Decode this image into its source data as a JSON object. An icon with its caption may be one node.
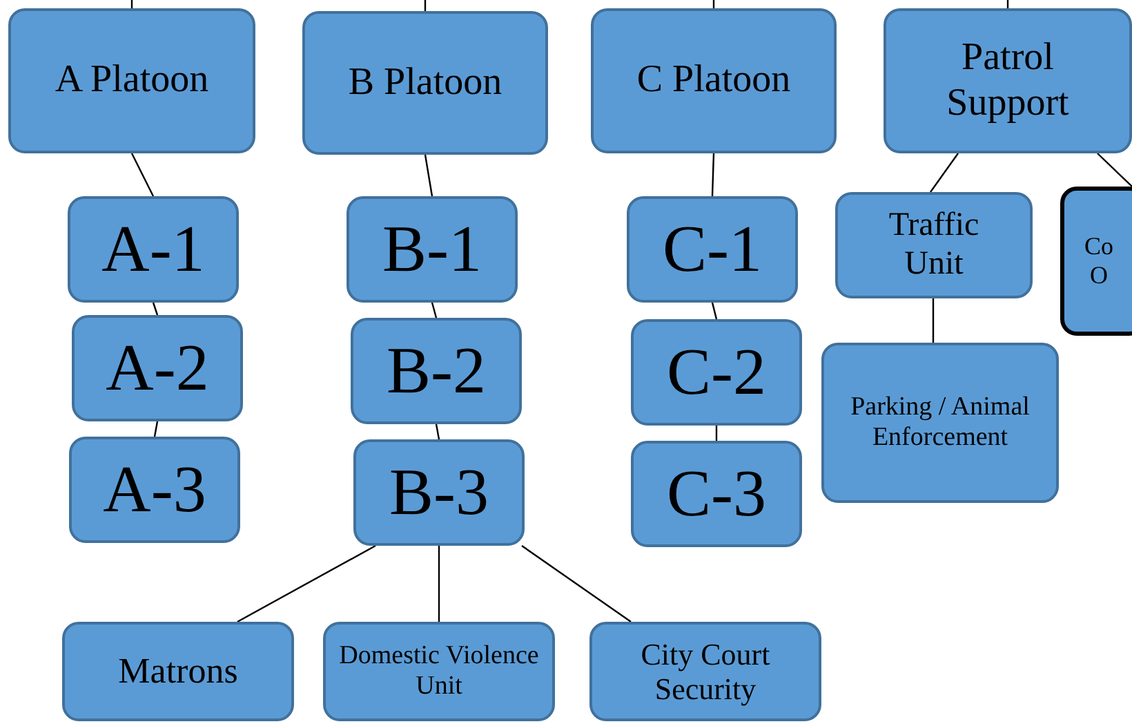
{
  "diagram": {
    "nodes": [
      {
        "text": [
          "A Platoon"
        ]
      },
      {
        "text": [
          "B Platoon"
        ]
      },
      {
        "text": [
          "C Platoon"
        ]
      },
      {
        "text": [
          "Patrol Support"
        ]
      },
      {
        "text": [
          "A-1"
        ]
      },
      {
        "text": [
          "A-2"
        ]
      },
      {
        "text": [
          "A-3"
        ]
      },
      {
        "text": [
          "B-1"
        ]
      },
      {
        "text": [
          "B-2"
        ]
      },
      {
        "text": [
          "B-3"
        ]
      },
      {
        "text": [
          "C-1"
        ]
      },
      {
        "text": [
          "C-2"
        ]
      },
      {
        "text": [
          "C-3"
        ]
      },
      {
        "text": [
          "Traffic Unit"
        ]
      },
      {
        "text": [
          "Co O"
        ]
      },
      {
        "text": [
          "Parking / Animal Enforcement"
        ]
      },
      {
        "text": [
          "Matrons"
        ]
      },
      {
        "text": [
          "Domestic Violence Unit"
        ]
      },
      {
        "text": [
          "City Court Security"
        ]
      }
    ],
    "edges": [
      {
        "from": null,
        "to": 0,
        "arrow": "none"
      },
      {
        "from": null,
        "to": 1,
        "arrow": "none"
      },
      {
        "from": null,
        "to": 2,
        "arrow": "none"
      },
      {
        "from": null,
        "to": 3,
        "arrow": "none"
      },
      {
        "from": 0,
        "to": 4,
        "arrow": "none"
      },
      {
        "from": 4,
        "to": 5,
        "arrow": "none"
      },
      {
        "from": 5,
        "to": 6,
        "arrow": "none"
      },
      {
        "from": 1,
        "to": 7,
        "arrow": "none"
      },
      {
        "from": 7,
        "to": 8,
        "arrow": "none"
      },
      {
        "from": 8,
        "to": 9,
        "arrow": "none"
      },
      {
        "from": 2,
        "to": 10,
        "arrow": "none"
      },
      {
        "from": 10,
        "to": 11,
        "arrow": "none"
      },
      {
        "from": 11,
        "to": 12,
        "arrow": "none"
      },
      {
        "from": 3,
        "to": 13,
        "arrow": "none"
      },
      {
        "from": 3,
        "to": 14,
        "arrow": "none"
      },
      {
        "from": 13,
        "to": 15,
        "arrow": "none"
      },
      {
        "from": 9,
        "to": 16,
        "arrow": "none"
      },
      {
        "from": 9,
        "to": 17,
        "arrow": "none"
      },
      {
        "from": 9,
        "to": 18,
        "arrow": "none"
      }
    ]
  }
}
